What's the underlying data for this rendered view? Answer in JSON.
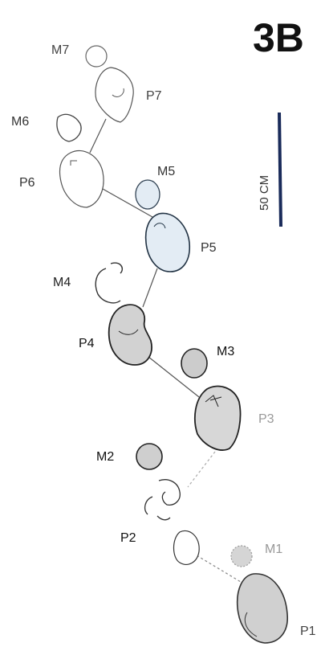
{
  "figure": {
    "title": "3B",
    "scale_bar": {
      "text": "50   CM",
      "color": "#1a2b5a"
    }
  },
  "prints": [
    {
      "id": "M7",
      "label": "M7",
      "fill": "#ffffff",
      "stroke": "#666666",
      "label_color": "#444444"
    },
    {
      "id": "P7",
      "label": "P7",
      "fill": "#ffffff",
      "stroke": "#555555",
      "label_color": "#444444"
    },
    {
      "id": "M6",
      "label": "M6",
      "fill": "#ffffff",
      "stroke": "#444444",
      "label_color": "#333333"
    },
    {
      "id": "P6",
      "label": "P6",
      "fill": "#ffffff",
      "stroke": "#555555",
      "label_color": "#333333"
    },
    {
      "id": "M5",
      "label": "M5",
      "fill": "#e3ecf4",
      "stroke": "#334455",
      "label_color": "#333333"
    },
    {
      "id": "P5",
      "label": "P5",
      "fill": "#e3ecf4",
      "stroke": "#223344",
      "label_color": "#333333"
    },
    {
      "id": "M4",
      "label": "M4",
      "fill": "#ffffff",
      "stroke": "#333333",
      "label_color": "#222222"
    },
    {
      "id": "P4",
      "label": "P4",
      "fill": "#d2d2d2",
      "stroke": "#222222",
      "label_color": "#111111"
    },
    {
      "id": "M3",
      "label": "M3",
      "fill": "#cccccc",
      "stroke": "#222222",
      "label_color": "#111111"
    },
    {
      "id": "P3",
      "label": "P3",
      "fill": "#d7d7d7",
      "stroke": "#222222",
      "label_color": "#999999"
    },
    {
      "id": "M2",
      "label": "M2",
      "fill": "#cfcfcf",
      "stroke": "#222222",
      "label_color": "#111111"
    },
    {
      "id": "P2",
      "label": "P2",
      "fill": "#ffffff",
      "stroke": "#333333",
      "label_color": "#111111"
    },
    {
      "id": "M1",
      "label": "M1",
      "fill": "#d5d5d5",
      "stroke": "#999999",
      "label_color": "#999999"
    },
    {
      "id": "P1",
      "label": "P1",
      "fill": "#d0d0d0",
      "stroke": "#333333",
      "label_color": "#444444"
    }
  ]
}
